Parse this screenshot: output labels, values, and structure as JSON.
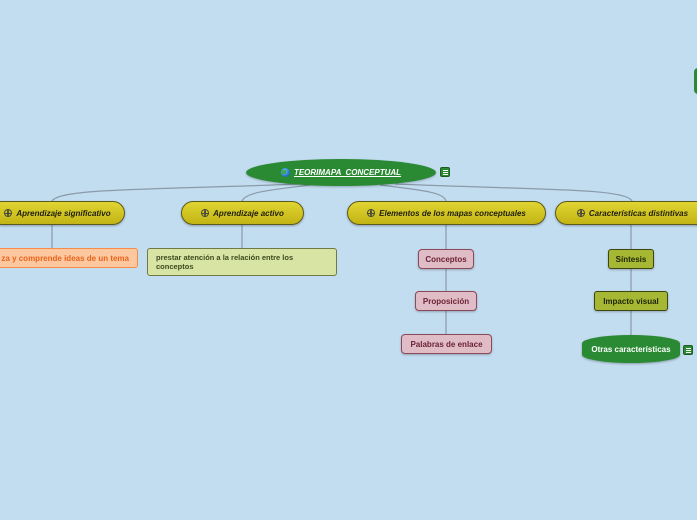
{
  "root": {
    "label": "TEORIMAPA  CONCEPTUAL"
  },
  "branches": [
    {
      "label": "Aprendizaje significativo"
    },
    {
      "label": "Aprendizaje activo"
    },
    {
      "label": "Elementos de los mapas conceptuales"
    },
    {
      "label": "Características distintivas"
    }
  ],
  "leaves": {
    "significativo": "za y comprende ideas de un tema",
    "activo": "prestar atención a la relación entre los conceptos",
    "elementos": [
      "Conceptos",
      "Proposición",
      "Palabras de enlace"
    ],
    "caracteristicas": [
      "Síntesis",
      "Impacto visual",
      "Otras características"
    ]
  },
  "icons": {
    "root": "globe-icon",
    "branch": "globe-icon",
    "note": "note-icon"
  },
  "colors": {
    "background": "#c3ddf0",
    "root": "#2a8a33",
    "branch": "#d4c826",
    "leaf_orange": "#fdc7a0",
    "leaf_green": "#d8e4a4",
    "leaf_pink": "#e0bcc7",
    "leaf_olive": "#a6b833"
  }
}
